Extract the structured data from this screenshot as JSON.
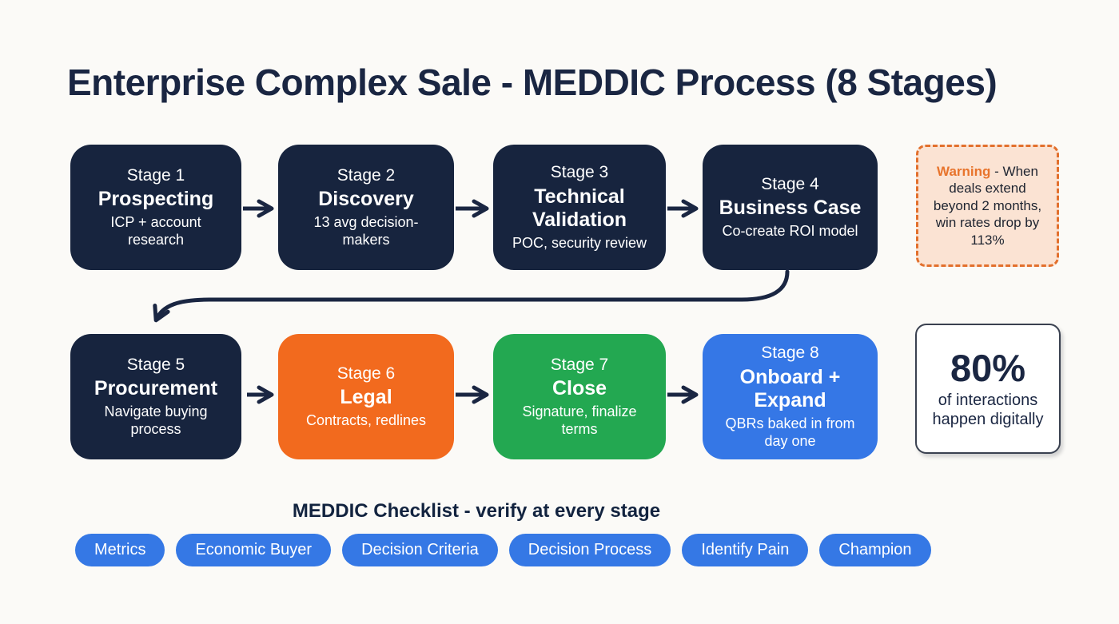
{
  "title": "Enterprise Complex Sale - MEDDIC Process (8 Stages)",
  "colors": {
    "background": "#FBFAF7",
    "navy": "#17243E",
    "orange": "#F26A1E",
    "green": "#23A851",
    "blue": "#3577E6",
    "pill_blue": "#3578E5",
    "arrow": "#1A2642",
    "warning_bg": "#FBE3D3",
    "warning_border": "#E2702D",
    "warning_accent": "#E8742C",
    "stat_border": "#3A4150",
    "title_text": "#1A2642"
  },
  "stages": [
    {
      "stage": "Stage 1",
      "name": "Prospecting",
      "detail": "ICP + account research",
      "color": "#17243E"
    },
    {
      "stage": "Stage 2",
      "name": "Discovery",
      "detail": "13 avg decision-makers",
      "color": "#17243E"
    },
    {
      "stage": "Stage 3",
      "name": "Technical Validation",
      "detail": "POC, security review",
      "color": "#17243E"
    },
    {
      "stage": "Stage 4",
      "name": "Business Case",
      "detail": "Co-create ROI model",
      "color": "#17243E"
    },
    {
      "stage": "Stage 5",
      "name": "Procurement",
      "detail": "Navigate buying process",
      "color": "#17243E"
    },
    {
      "stage": "Stage 6",
      "name": "Legal",
      "detail": "Contracts, redlines",
      "color": "#F26A1E"
    },
    {
      "stage": "Stage 7",
      "name": "Close",
      "detail": "Signature, finalize terms",
      "color": "#23A851"
    },
    {
      "stage": "Stage 8",
      "name": "Onboard + Expand",
      "detail": "QBRs baked in from day one",
      "color": "#3577E6"
    }
  ],
  "warning_card": {
    "label": "Warning",
    "text": "- When deals extend beyond 2 months, win rates drop by 113%"
  },
  "stat_card": {
    "value": "80%",
    "caption": "of interactions happen digitally"
  },
  "checklist": {
    "heading": "MEDDIC Checklist - verify at every stage",
    "items": [
      "Metrics",
      "Economic Buyer",
      "Decision Criteria",
      "Decision Process",
      "Identify Pain",
      "Champion"
    ]
  }
}
